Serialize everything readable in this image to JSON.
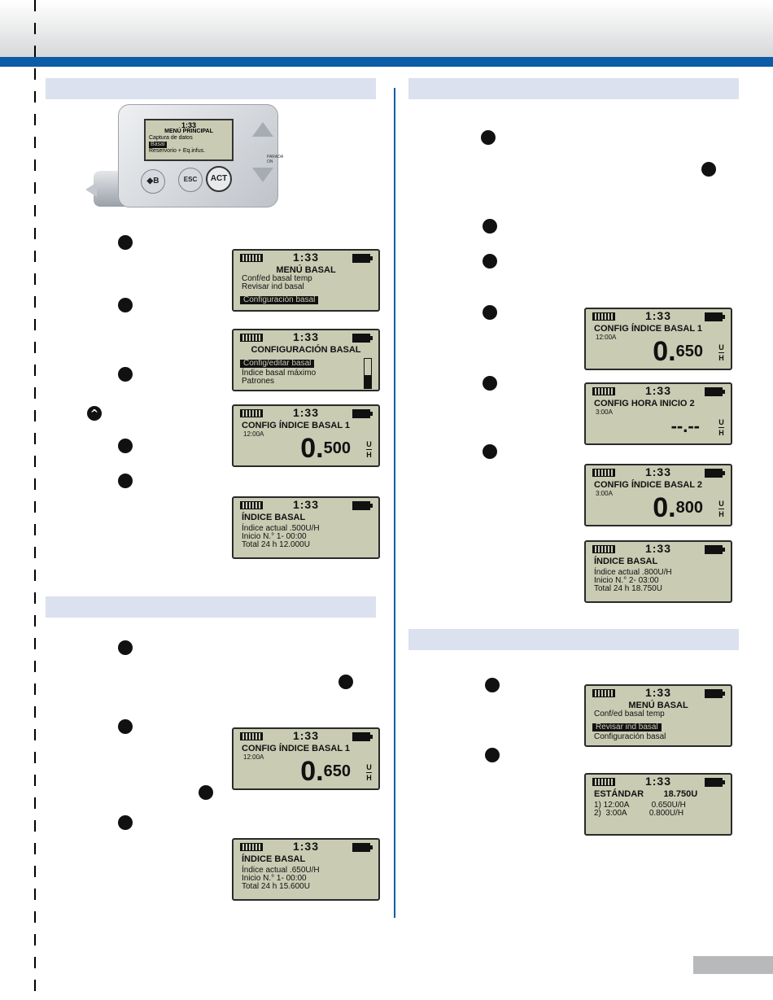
{
  "pump": {
    "clock": "1:33",
    "title": "MENÚ PRINCIPAL",
    "items": [
      "Captura de datos",
      "Basal",
      "Reservorio + Eq.infus."
    ],
    "btn_b": "◆B",
    "btn_esc": "ESC",
    "btn_act": "ACT",
    "side_label": "PARADA ON"
  },
  "screens": {
    "s1": {
      "clock": "1:33",
      "title": "MENÚ BASAL",
      "lines": [
        "Conf/ed basal temp",
        "Revisar ind basal",
        "Configuración basal"
      ]
    },
    "s2": {
      "clock": "1:33",
      "title": "CONFIGURACIÓN BASAL",
      "lines": [
        "Config/editar basal",
        "Índice basal máximo",
        "Patrones"
      ]
    },
    "s3": {
      "clock": "1:33",
      "title": "CONFIG  ÍNDICE BASAL 1",
      "time": "12:00A",
      "int": "0.",
      "dec": "500",
      "unit_top": "U",
      "unit_bot": "H"
    },
    "s4": {
      "clock": "1:33",
      "title": "ÍNDICE BASAL",
      "lines": [
        "Índice actual .500U/H",
        "Inicio N.° 1- 00:00",
        "Total 24 h 12.000U"
      ]
    },
    "s5": {
      "clock": "1:33",
      "title": "CONFIG  ÍNDICE BASAL 1",
      "time": "12:00A",
      "int": "0.",
      "dec": "650",
      "unit_top": "U",
      "unit_bot": "H"
    },
    "s6": {
      "clock": "1:33",
      "title": "ÍNDICE BASAL",
      "lines": [
        "Índice actual .650U/H",
        "Inicio N.° 1- 00:00",
        "Total 24 h 15.600U"
      ]
    },
    "s7": {
      "clock": "1:33",
      "title": "CONFIG  ÍNDICE BASAL 1",
      "time": "12:00A",
      "int": "0.",
      "dec": "650",
      "unit_top": "U",
      "unit_bot": "H"
    },
    "s8": {
      "clock": "1:33",
      "title": "CONFIG HORA INICIO 2",
      "time": "3:00A",
      "value": "--.--",
      "unit_top": "U",
      "unit_bot": "H"
    },
    "s9": {
      "clock": "1:33",
      "title": "CONFIG  ÍNDICE BASAL 2",
      "time": "3:00A",
      "int": "0.",
      "dec": "800",
      "unit_top": "U",
      "unit_bot": "H"
    },
    "s10": {
      "clock": "1:33",
      "title": "ÍNDICE BASAL",
      "lines": [
        "Índice actual .800U/H",
        "Inicio N.° 2- 03:00",
        "Total 24 h 18.750U"
      ]
    },
    "s11": {
      "clock": "1:33",
      "title": "MENÚ BASAL",
      "lines": [
        "Conf/ed basal temp",
        "Revisar ind basal",
        "Configuración basal"
      ]
    },
    "s12": {
      "clock": "1:33",
      "title": "ESTÁNDAR        18.750U",
      "lines": [
        "1) 12:00A          0.650U/H",
        "2)  3:00A          0.800U/H"
      ]
    }
  },
  "steps": {
    "caret": "^"
  }
}
